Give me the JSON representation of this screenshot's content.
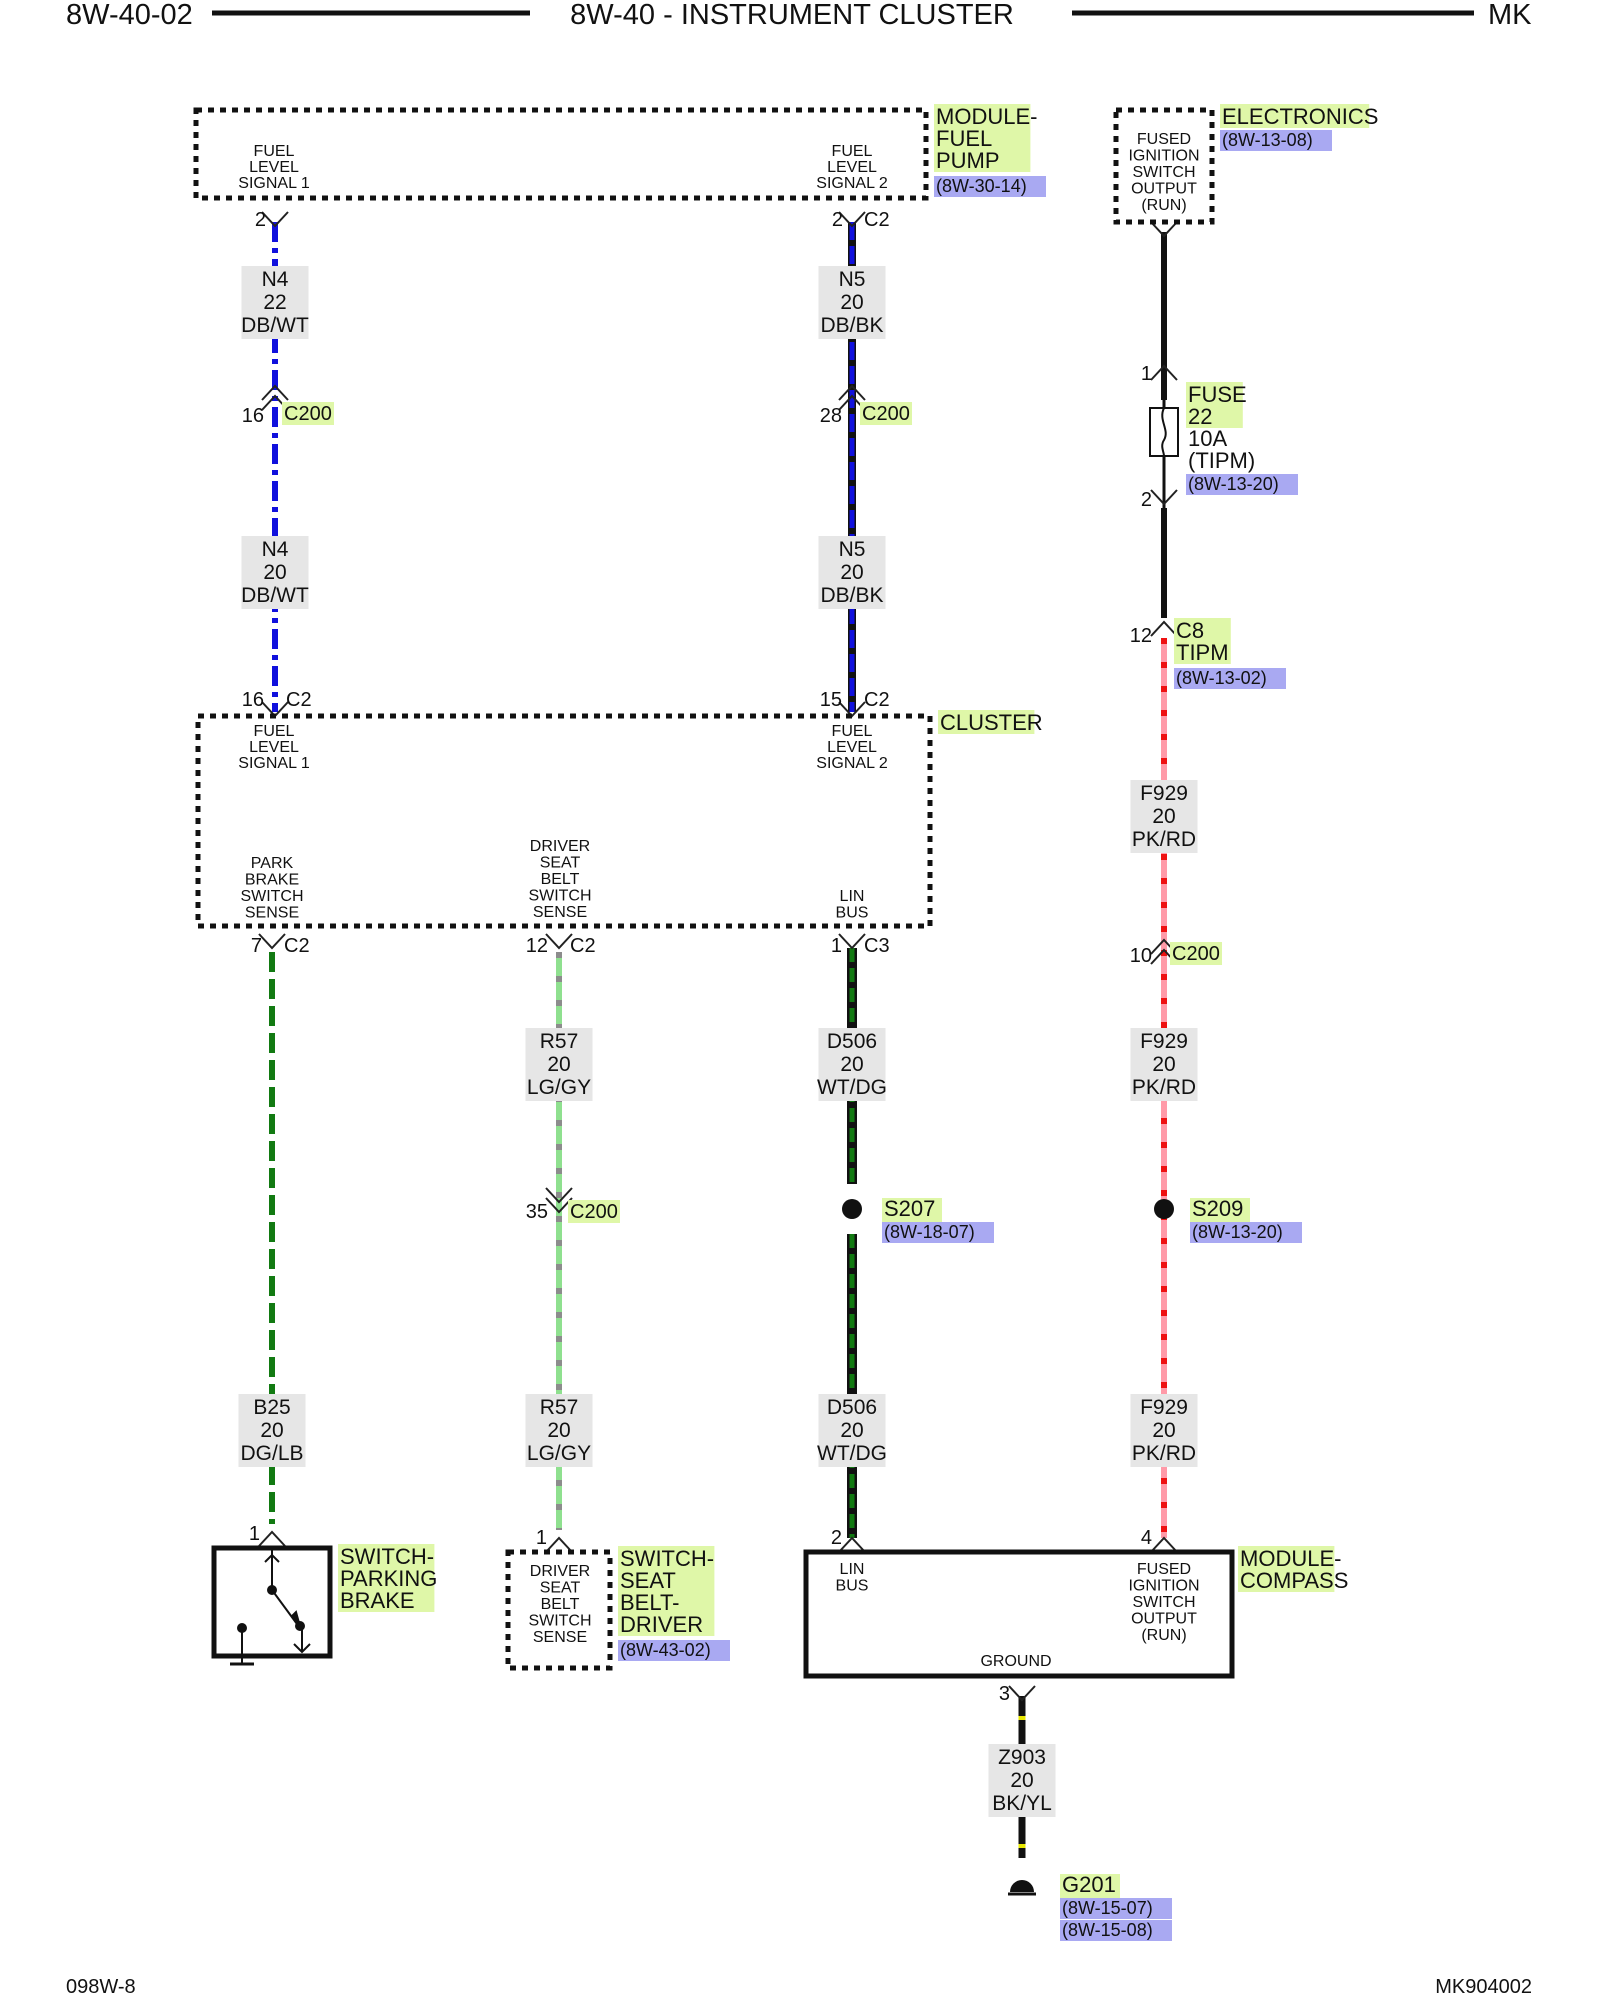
{
  "header": {
    "page_code": "8W-40-02",
    "title": "8W-40 - INSTRUMENT CLUSTER",
    "model": "MK"
  },
  "footer": {
    "left_code": "098W-8",
    "right_code": "MK904002"
  },
  "components": {
    "fuel_pump": {
      "name_lines": [
        "MODULE-",
        "FUEL",
        "PUMP"
      ],
      "ref": "(8W-30-14)"
    },
    "electronics": {
      "name_lines": [
        "ELECTRONICS"
      ],
      "ref": "(8W-13-08)"
    },
    "fuse": {
      "name_lines": [
        "FUSE",
        "22"
      ],
      "rating": [
        "10A",
        "(TIPM)"
      ],
      "ref": "(8W-13-20)"
    },
    "tipm": {
      "name_lines": [
        "C8",
        "TIPM"
      ],
      "ref": "(8W-13-02)"
    },
    "cluster": {
      "name_lines": [
        "CLUSTER"
      ]
    },
    "parking_brake": {
      "name_lines": [
        "SWITCH-",
        "PARKING",
        "BRAKE"
      ]
    },
    "seat_belt": {
      "name_lines": [
        "SWITCH-",
        "SEAT",
        "BELT-",
        "DRIVER"
      ],
      "ref": "(8W-43-02)"
    },
    "compass": {
      "name_lines": [
        "MODULE-",
        "COMPASS"
      ]
    },
    "s207": {
      "name": "S207",
      "ref": "(8W-18-07)"
    },
    "s209": {
      "name": "S209",
      "ref": "(8W-13-20)"
    },
    "g201": {
      "name": "G201",
      "refs": [
        "(8W-15-07)",
        "(8W-15-08)"
      ]
    }
  },
  "circuit_labels": {
    "fuel_level_1": [
      "FUEL",
      "LEVEL",
      "SIGNAL 1"
    ],
    "fuel_level_2": [
      "FUEL",
      "LEVEL",
      "SIGNAL 2"
    ],
    "fused_ign": [
      "FUSED",
      "IGNITION",
      "SWITCH",
      "OUTPUT",
      "(RUN)"
    ],
    "park_brake": [
      "PARK",
      "BRAKE",
      "SWITCH",
      "SENSE"
    ],
    "driver_belt": [
      "DRIVER",
      "SEAT",
      "BELT",
      "SWITCH",
      "SENSE"
    ],
    "lin_bus": [
      "LIN",
      "BUS"
    ],
    "ground": [
      "GROUND"
    ]
  },
  "pins": {
    "fp_p1": "2",
    "fp_p2": "2",
    "fp_c2": "C2",
    "n4_c200": "16",
    "n5_c200": "28",
    "c200": "C200",
    "fuse_p1": "1",
    "fuse_p2": "2",
    "tipm_p": "12",
    "cl_p16": "16",
    "cl_p15": "15",
    "c2": "C2",
    "c3": "C3",
    "cl_p7": "7",
    "cl_p12": "12",
    "cl_p1": "1",
    "f929_c200": "10",
    "r57_c200": "35",
    "sw_p1a": "1",
    "sw_p1b": "1",
    "cm_p2": "2",
    "cm_p4": "4",
    "cm_p3": "3"
  },
  "wires": {
    "n4_a": [
      "N4",
      "22",
      "DB/WT"
    ],
    "n4_b": [
      "N4",
      "20",
      "DB/WT"
    ],
    "n5_a": [
      "N5",
      "20",
      "DB/BK"
    ],
    "n5_b": [
      "N5",
      "20",
      "DB/BK"
    ],
    "f929_a": [
      "F929",
      "20",
      "PK/RD"
    ],
    "f929_b": [
      "F929",
      "20",
      "PK/RD"
    ],
    "f929_c": [
      "F929",
      "20",
      "PK/RD"
    ],
    "r57_a": [
      "R57",
      "20",
      "LG/GY"
    ],
    "r57_b": [
      "R57",
      "20",
      "LG/GY"
    ],
    "d506_a": [
      "D506",
      "20",
      "WT/DG"
    ],
    "d506_b": [
      "D506",
      "20",
      "WT/DG"
    ],
    "b25": [
      "B25",
      "20",
      "DG/LB"
    ],
    "z903": [
      "Z903",
      "20",
      "BK/YL"
    ]
  },
  "colors": {
    "db_blue": "#1010dd",
    "dg_green": "#127a12",
    "lg_green": "#8fe08f",
    "gray": "#8c8c8c",
    "pink": "#ff9aa8",
    "red": "#ee1111",
    "black": "#111111",
    "yellow": "#e6e600",
    "name_bg": "#dff7a8",
    "ref_bg": "#a9a9f2",
    "wire_bg": "#e6e6e6"
  }
}
